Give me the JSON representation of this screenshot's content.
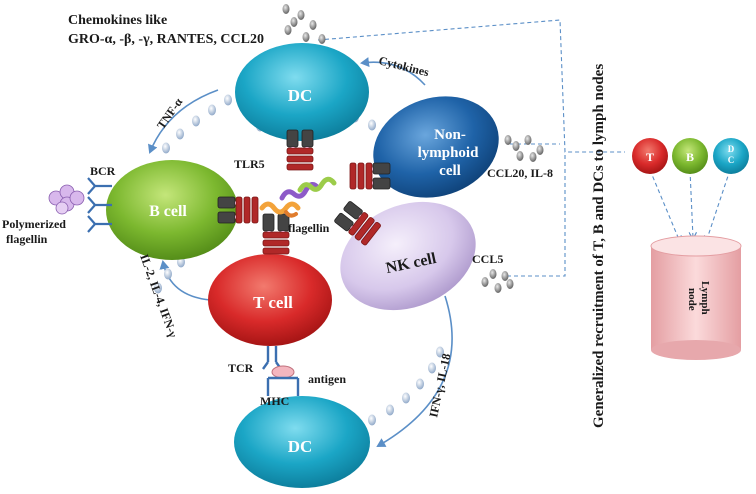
{
  "chemokines_text": {
    "line1": "Chemokines like",
    "line2": "GRO-α, -β, -γ, RANTES, CCL20"
  },
  "cells": {
    "dc_top": "DC",
    "nonlymphoid_line1": "Non-",
    "nonlymphoid_line2": "lymphoid",
    "nonlymphoid_line3": "cell",
    "b_cell": "B cell",
    "t_cell": "T cell",
    "nk_cell": "NK cell",
    "dc_bottom": "DC"
  },
  "labels": {
    "cytokines": "Cytokines",
    "tnf": "TNF-α",
    "tlr5": "TLR5",
    "bcr": "BCR",
    "polymerized_line1": "Polymerized",
    "polymerized_line2": "flagellin",
    "flagellin": "flagellin",
    "ccl20_il8": "CCL20, IL-8",
    "ccl5": "CCL5",
    "il_b_t": "IL-2, IL-4, IFN-γ",
    "ifn_il18": "IFN-γ, IL-18",
    "tcr": "TCR",
    "mhc": "MHC",
    "antigen": "antigen",
    "recruitment": "Generalized recruitment of T, B and DCs to lymph nodes"
  },
  "mini_cells": {
    "t": "T",
    "b": "B",
    "dc_line1": "D",
    "dc_line2": "C"
  },
  "lymph_node": {
    "line1": "Lymph",
    "line2": "node"
  },
  "colors": {
    "dc": "#1ba6c6",
    "nonlymphoid": "#1f63a8",
    "b_cell": "#7cb82f",
    "t_cell": "#d92a2a",
    "nk_cell": "#d7c8eb",
    "receptor": "#b02828",
    "arrow": "#5b8fc7",
    "lymph_node": "#f3c2c4"
  }
}
